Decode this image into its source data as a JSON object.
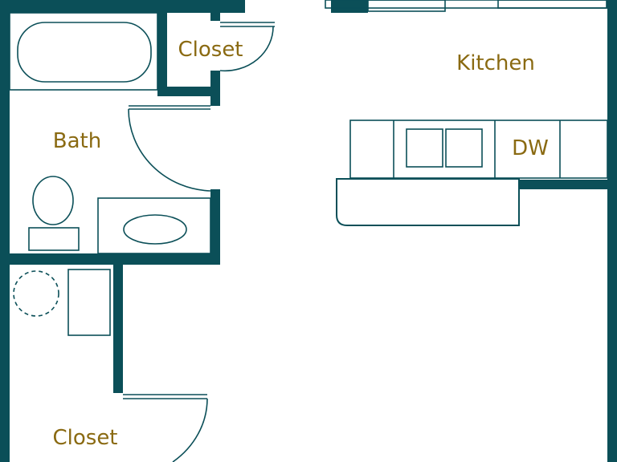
{
  "labels": {
    "closet_top": "Closet",
    "kitchen": "Kitchen",
    "bath": "Bath",
    "dishwasher": "DW",
    "closet_bottom": "Closet"
  },
  "colors": {
    "wall": "#0b4f58",
    "line": "#0b4f58",
    "label": "#8a6a12",
    "background": "#ffffff"
  }
}
